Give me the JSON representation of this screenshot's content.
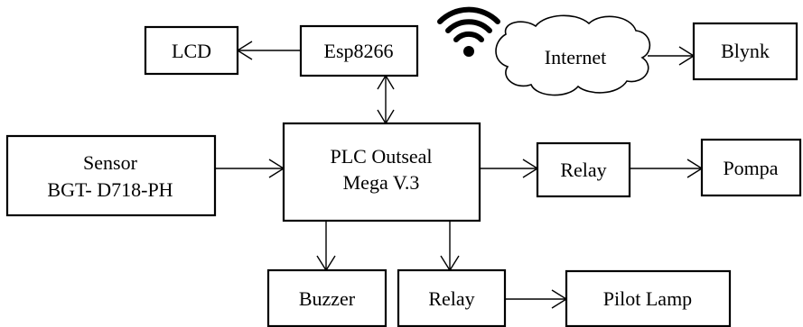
{
  "blocks": {
    "lcd": "LCD",
    "esp": "Esp8266",
    "internet": "Internet",
    "blynk": "Blynk",
    "sensor_line1": "Sensor",
    "sensor_line2": "BGT- D718-PH",
    "plc_line1": "PLC Outseal",
    "plc_line2": "Mega V.3",
    "relay_pump": "Relay",
    "pompa": "Pompa",
    "buzzer": "Buzzer",
    "relay_lamp": "Relay",
    "pilot_lamp": "Pilot Lamp"
  },
  "icons": {
    "wireless": "wifi-icon",
    "cloud": "cloud-icon"
  },
  "colors": {
    "stroke": "#000000",
    "background": "#ffffff"
  }
}
